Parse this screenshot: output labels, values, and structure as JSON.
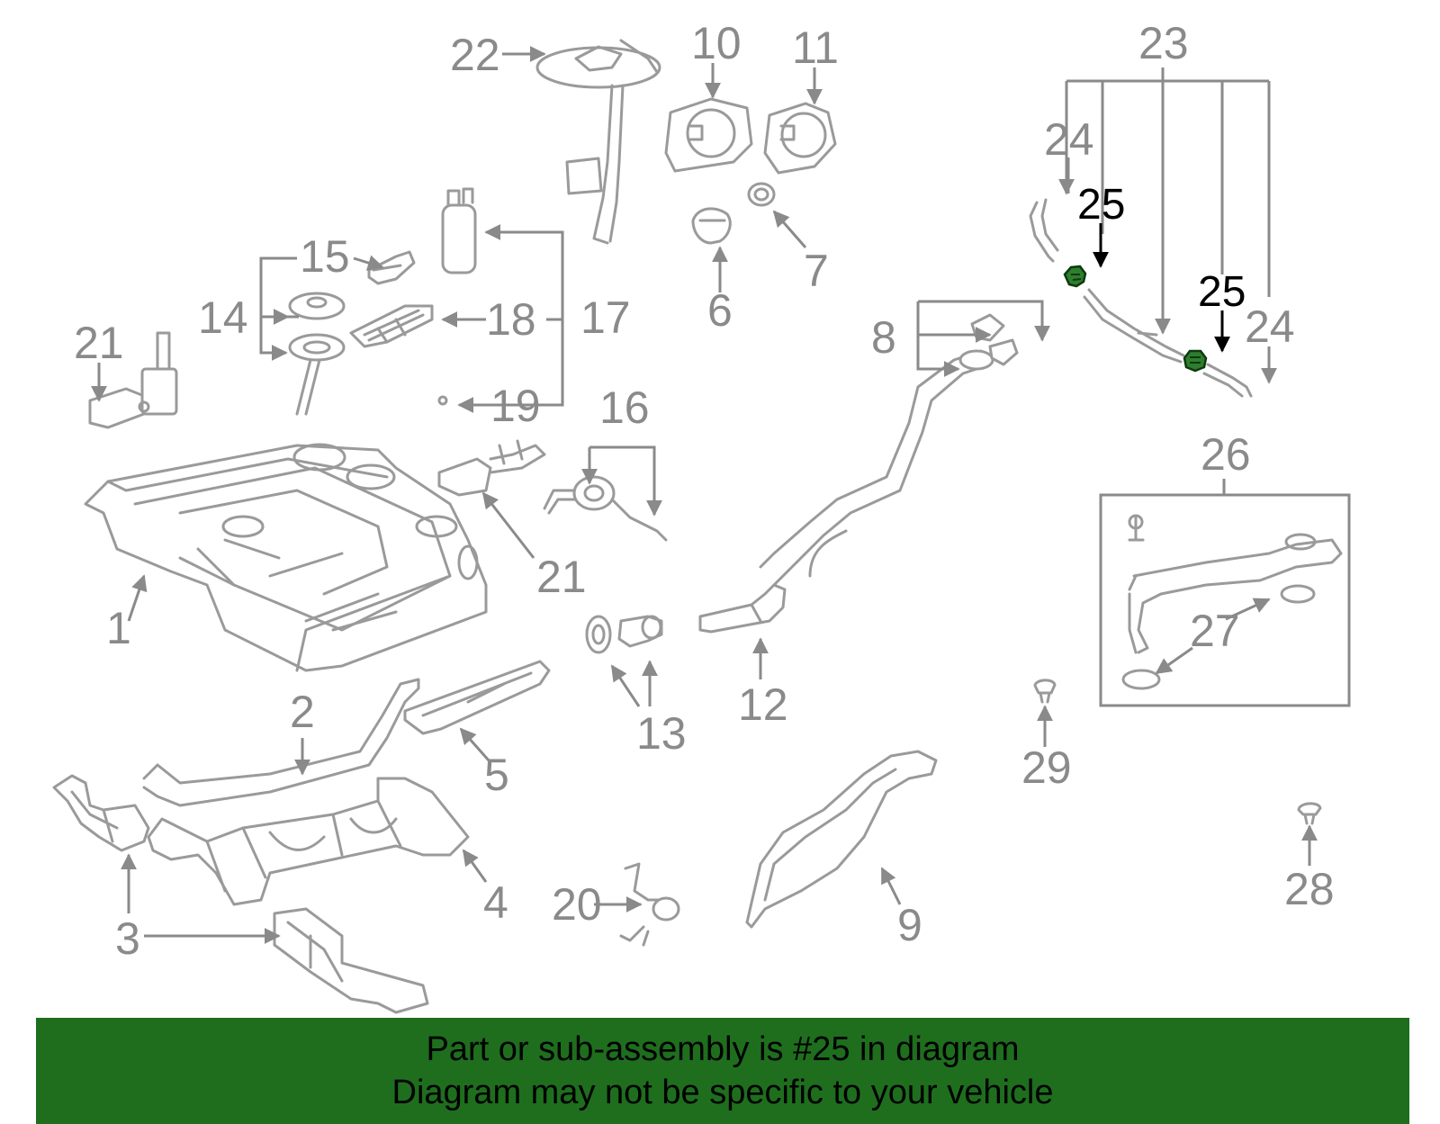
{
  "diagram": {
    "highlighted_part": "25",
    "highlight_color": "#2f7d2f",
    "label_color": "#8a8a8a",
    "labels": {
      "l1": "1",
      "l2": "2",
      "l3a": "3",
      "l4": "4",
      "l5": "5",
      "l6": "6",
      "l7": "7",
      "l8": "8",
      "l9": "9",
      "l10": "10",
      "l11": "11",
      "l12": "12",
      "l13": "13",
      "l14": "14",
      "l15": "15",
      "l16": "16",
      "l17": "17",
      "l18": "18",
      "l19": "19",
      "l20": "20",
      "l21a": "21",
      "l21b": "21",
      "l22": "22",
      "l23": "23",
      "l24a": "24",
      "l24b": "24",
      "l25a": "25",
      "l25b": "25",
      "l26": "26",
      "l27": "27",
      "l28": "28",
      "l29": "29"
    }
  },
  "banner": {
    "background": "#1e6e1e",
    "line1": "Part or sub-assembly is #25 in diagram",
    "line2": "Diagram may not be specific to your vehicle"
  }
}
